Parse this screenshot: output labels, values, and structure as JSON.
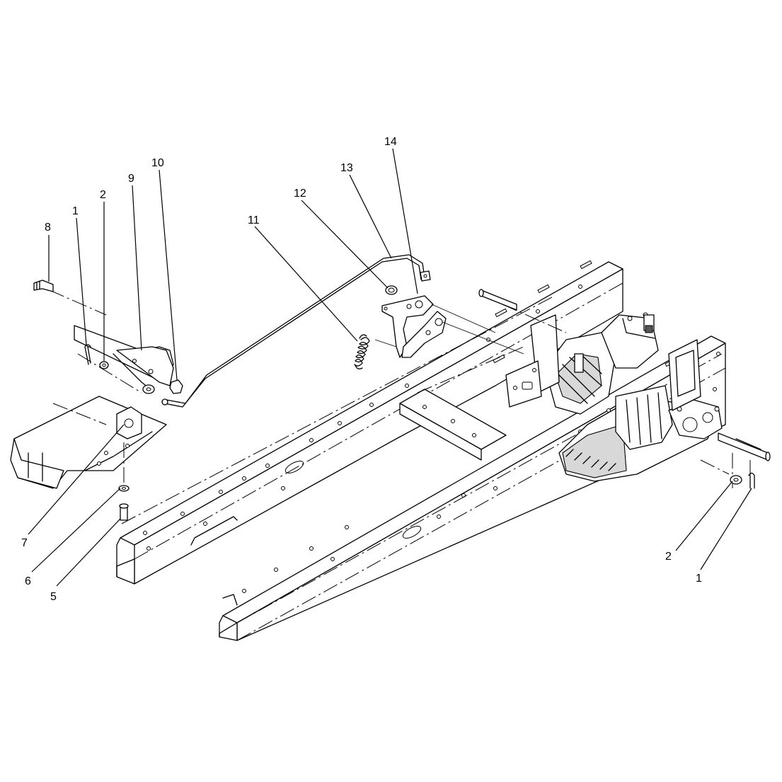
{
  "callouts": [
    {
      "id": "c8",
      "text": "8"
    },
    {
      "id": "c1a",
      "text": "1"
    },
    {
      "id": "c2a",
      "text": "2"
    },
    {
      "id": "c9",
      "text": "9"
    },
    {
      "id": "c10",
      "text": "10"
    },
    {
      "id": "c11",
      "text": "11"
    },
    {
      "id": "c12",
      "text": "12"
    },
    {
      "id": "c13",
      "text": "13"
    },
    {
      "id": "c14",
      "text": "14"
    },
    {
      "id": "c7",
      "text": "7"
    },
    {
      "id": "c6",
      "text": "6"
    },
    {
      "id": "c5",
      "text": "5"
    },
    {
      "id": "c2b",
      "text": "2"
    },
    {
      "id": "c1b",
      "text": "1"
    }
  ]
}
